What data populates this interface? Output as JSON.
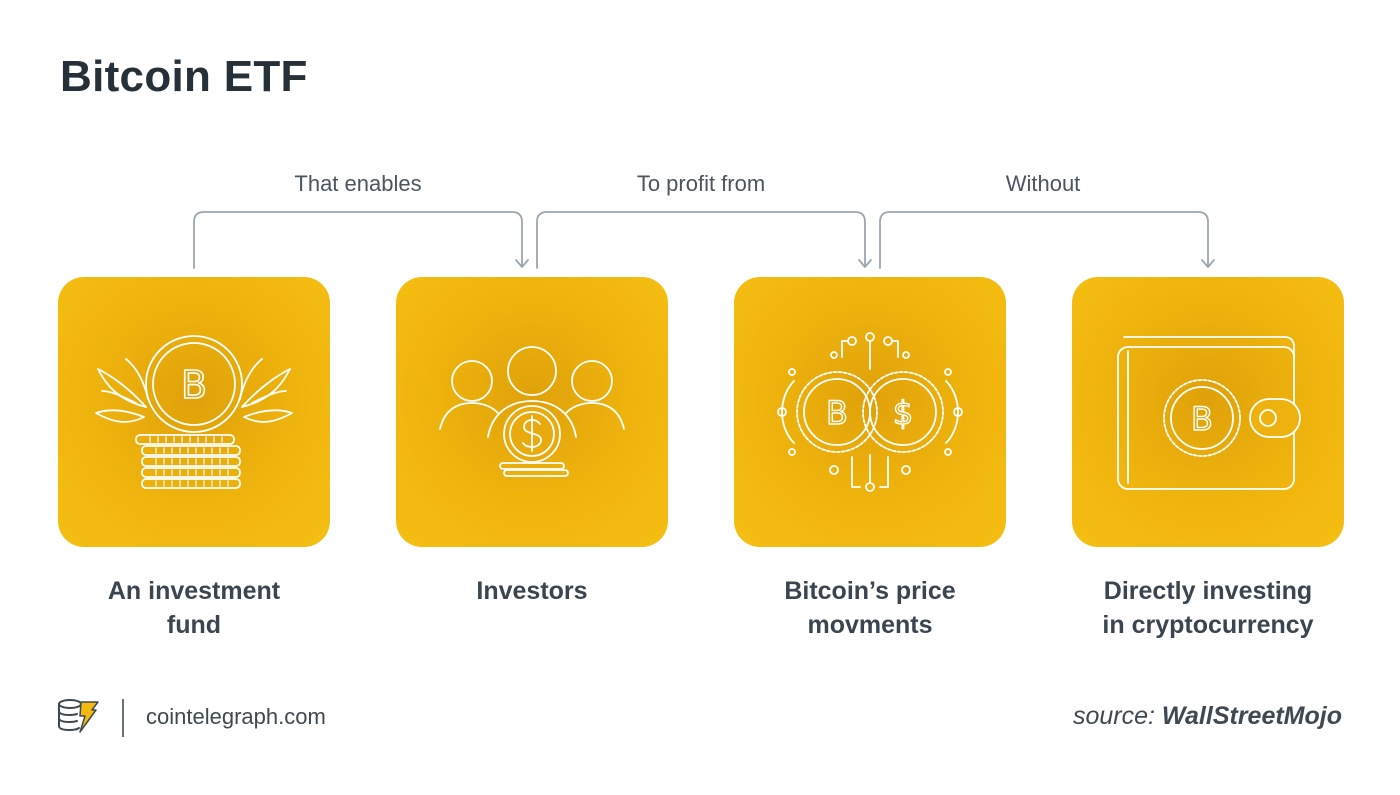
{
  "title": "Bitcoin ETF",
  "connectors": [
    {
      "label": "That enables"
    },
    {
      "label": "To profit from"
    },
    {
      "label": "Without"
    }
  ],
  "steps": [
    {
      "label_line1": "An investment",
      "label_line2": "fund",
      "icon": "coin-plant-icon"
    },
    {
      "label_line1": "Investors",
      "label_line2": "",
      "icon": "investors-icon"
    },
    {
      "label_line1": "Bitcoin’s price",
      "label_line2": "movments",
      "icon": "crypto-circuit-icon"
    },
    {
      "label_line1": "Directly investing",
      "label_line2": "in cryptocurrency",
      "icon": "wallet-icon"
    }
  ],
  "footer": {
    "site": "cointelegraph.com",
    "source_prefix": "source:",
    "source_name": "WallStreetMojo"
  },
  "colors": {
    "card": "#f3ba10",
    "card_center": "#dfa10a",
    "connector": "#9aa6b0",
    "title": "#253038",
    "text": "#3a4550"
  }
}
